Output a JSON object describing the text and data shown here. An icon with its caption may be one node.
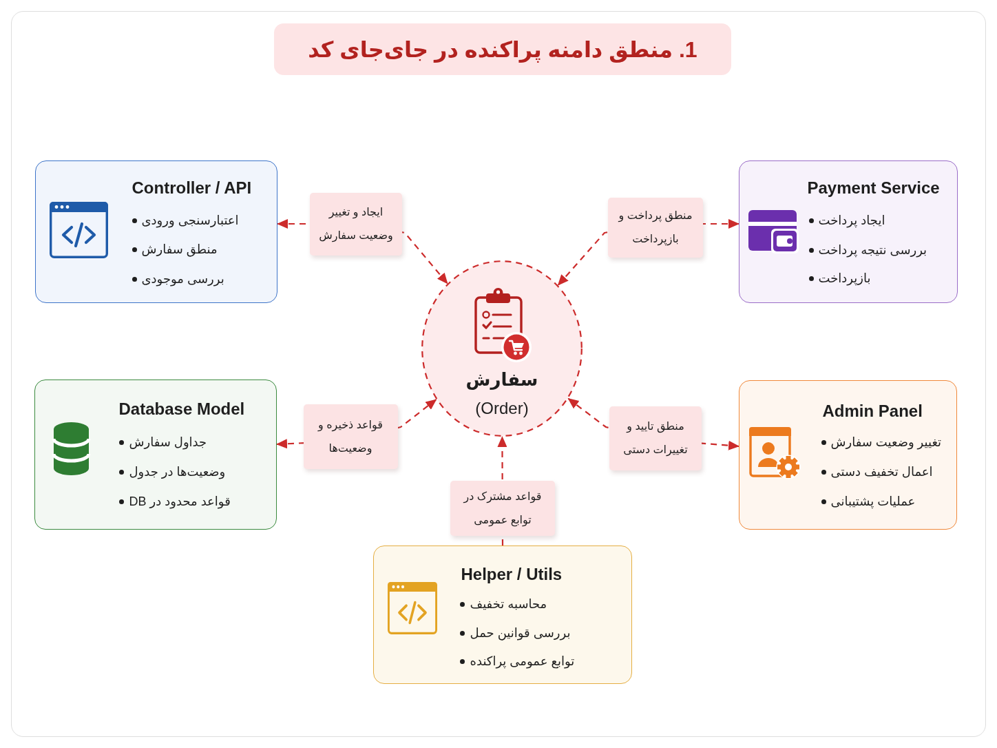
{
  "diagram": {
    "title": "1. منطق دامنه پراکنده در جای‌جای کد",
    "nodes": [
      {
        "text": [
          "Controller / API",
          "اعتبارسنجی ورودی",
          "منطق سفارش",
          "بررسی موجودی"
        ]
      },
      {
        "text": [
          "Payment Service",
          "ایجاد پرداخت",
          "بررسی نتیجه پرداخت",
          "بازپرداخت"
        ]
      },
      {
        "text": [
          "سفارش",
          "(Order)"
        ]
      },
      {
        "text": [
          "Database Model",
          "جداول سفارش",
          "وضعیت‌ها در جدول",
          "قواعد محدود در DB"
        ]
      },
      {
        "text": [
          "Admin Panel",
          "تغییر وضعیت سفارش",
          "اعمال تخفیف دستی",
          "عملیات پشتیبانی"
        ]
      },
      {
        "text": [
          "Helper / Utils",
          "محاسبه تخفیف",
          "بررسی قوانین حمل",
          "توابع عمومی پراکنده"
        ]
      }
    ],
    "edges": [
      {
        "from": 0,
        "to": 2,
        "arrow": "both",
        "label": "ایجاد و تغییر وضعیت سفارش",
        "style": "dashed"
      },
      {
        "from": 1,
        "to": 2,
        "arrow": "both",
        "label": "منطق پرداخت و بازپرداخت",
        "style": "dashed"
      },
      {
        "from": 3,
        "to": 2,
        "arrow": "both",
        "label": "قواعد ذخیره و وضعیت‌ها",
        "style": "dashed"
      },
      {
        "from": 4,
        "to": 2,
        "arrow": "both",
        "label": "منطق تایید و تغییرات دستی",
        "style": "dashed"
      },
      {
        "from": 5,
        "to": 2,
        "arrow": "to",
        "label": "قواعد مشترک در توابع عمومی",
        "style": "dashed"
      }
    ]
  }
}
